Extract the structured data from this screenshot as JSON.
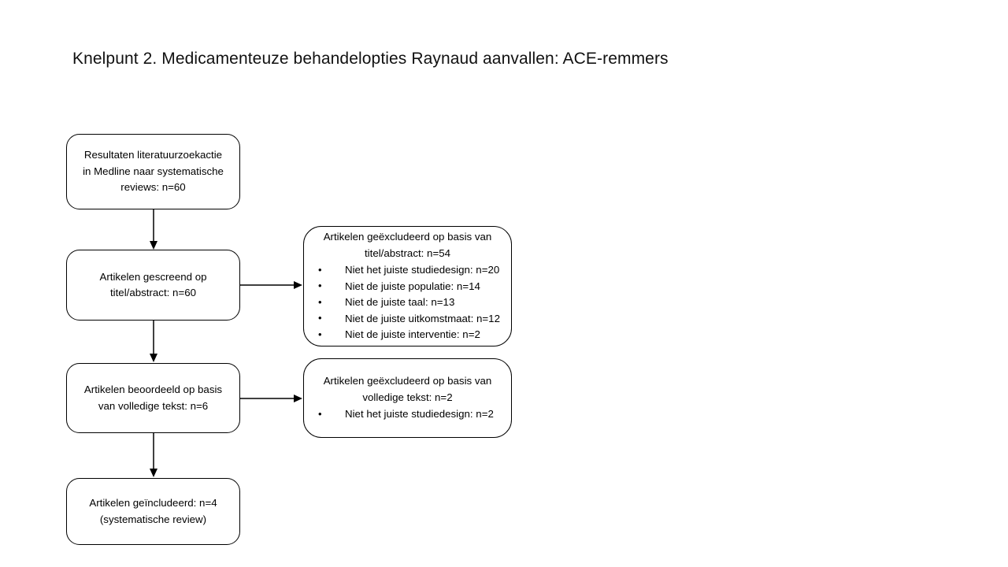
{
  "slide": {
    "title": "Knelpunt 2. Medicamenteuze behandelopties Raynaud aanvallen: ACE-remmers",
    "background_color": "#ffffff",
    "line_color": "#000000",
    "text_color": "#000000"
  },
  "flow": {
    "main_nodes": [
      {
        "id": "search-results",
        "text": "Resultaten literatuurzoekactie\nin Medline naar systematische\nreviews: n=60"
      },
      {
        "id": "screened",
        "text": "Artikelen gescreend op\ntitel/abstract: n=60"
      },
      {
        "id": "full-text-assessed",
        "text": "Artikelen beoordeeld op basis\nvan volledige tekst: n=6"
      },
      {
        "id": "included",
        "text": "Artikelen geïncludeerd: n=4\n(systematische review)"
      }
    ],
    "side_nodes": [
      {
        "id": "excluded-title-abstract",
        "heading": "Artikelen geëxcludeerd op basis van\ntitel/abstract: n=54",
        "bullets": [
          "Niet het juiste studiedesign: n=20",
          "Niet de juiste populatie: n=14",
          "Niet de juiste taal: n=13",
          "Niet de juiste uitkomstmaat: n=12",
          "Niet de juiste interventie: n=2"
        ]
      },
      {
        "id": "excluded-full-text",
        "heading": "Artikelen geëxcludeerd op basis van\nvolledige tekst: n=2",
        "bullets": [
          "Niet het juiste studiedesign: n=2"
        ]
      }
    ],
    "connectors": [
      {
        "id": "arrow-search-to-screened",
        "direction": "down"
      },
      {
        "id": "arrow-screened-to-fulltext",
        "direction": "down"
      },
      {
        "id": "arrow-fulltext-to-included",
        "direction": "down"
      },
      {
        "id": "arrow-screened-to-excluded-title",
        "direction": "right"
      },
      {
        "id": "arrow-fulltext-to-excluded-full",
        "direction": "right"
      }
    ]
  }
}
